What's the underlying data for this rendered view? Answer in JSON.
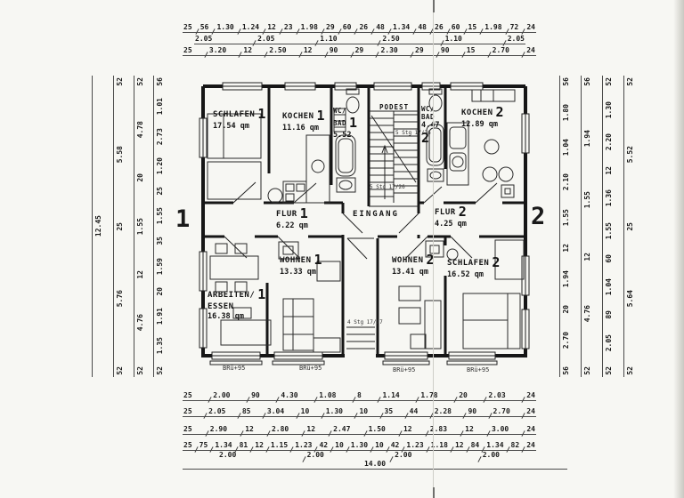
{
  "sheet": {
    "apartment_left": "1",
    "apartment_right": "2"
  },
  "rooms": {
    "schlafen1": {
      "name": "SCHLAFEN",
      "num": "1",
      "area": "17.54 qm"
    },
    "kochen1": {
      "name": "KOCHEN",
      "num": "1",
      "area": "11.16 qm"
    },
    "wcbad1": {
      "line1": "WC/",
      "line2": "BAD",
      "num": "1",
      "area": "5.52"
    },
    "podest": {
      "name": "PODEST"
    },
    "wcbad2": {
      "line1": "WC/",
      "line2": "BAD",
      "area": "4.47",
      "num": "2"
    },
    "kochen2": {
      "name": "KOCHEN",
      "num": "2",
      "area": "12.89 qm"
    },
    "flur1": {
      "name": "FLUR",
      "num": "1",
      "area": "6.22 qm"
    },
    "eingang": {
      "name": "EINGANG"
    },
    "flur2": {
      "name": "FLUR",
      "num": "2",
      "area": "4.25 qm"
    },
    "arbeiten_essen": {
      "line1": "ARBEITEN/",
      "line2": "ESSEN",
      "num": "1",
      "area": "16.38 qm"
    },
    "wohnen1": {
      "name": "WOHNEN",
      "num": "1",
      "area": "13.33 qm"
    },
    "wohnen2": {
      "name": "WOHNEN",
      "num": "2",
      "area": "13.41 qm"
    },
    "schlafen2": {
      "name": "SCHLAFEN",
      "num": "2",
      "area": "16.52 qm"
    }
  },
  "notes": {
    "stairs_note_upper": "5 Stg 17/26",
    "stairs_note_lower": "5 Stg 17/26",
    "porch_steps": "4 Stg 17/17",
    "sill1": "BRü+95",
    "sill2": "BRü+95",
    "sill3": "BRü+95",
    "sill4": "BRü+95"
  },
  "dimensions": {
    "top": {
      "rows": [
        [
          "25",
          "56",
          "1.30",
          "1.24",
          "12",
          "23",
          "1.98",
          "29",
          "60",
          "26",
          "48",
          "1.34",
          "48",
          "26",
          "60",
          "15",
          "1.98",
          "72",
          "24"
        ],
        [
          "2.05",
          "2.05",
          "1.10",
          "2.50",
          "1.10",
          "2.05"
        ],
        [
          "25",
          "3.20",
          "12",
          "2.50",
          "12",
          "90",
          "29",
          "2.30",
          "29",
          "90",
          "15",
          "2.70",
          "24"
        ]
      ]
    },
    "bottom": {
      "rows": [
        [
          "25",
          "2.00",
          "90",
          "4.30",
          "1.08",
          "8",
          "1.14",
          "1.78",
          "20",
          "2.03",
          "24"
        ],
        [
          "25",
          "2.05",
          "85",
          "3.04",
          "10",
          "1.30",
          "10",
          "35",
          "44",
          "2.28",
          "90",
          "2.70",
          "24"
        ],
        [
          "25",
          "2.90",
          "12",
          "2.80",
          "12",
          "2.47",
          "1.50",
          "12",
          "2.83",
          "12",
          "3.00",
          "24"
        ],
        [
          "25",
          "75",
          "1.34",
          "81",
          "12",
          "1.15",
          "1.23",
          "42",
          "10",
          "1.30",
          "10",
          "42",
          "1.23",
          "1.18",
          "12",
          "84",
          "1.34",
          "82",
          "24"
        ],
        [
          "2.00",
          "2.00",
          "2.00",
          "2.00"
        ]
      ],
      "total_row": [
        "14.00"
      ]
    },
    "left": {
      "cols": [
        [
          "12.45"
        ],
        [
          "52",
          "5.58",
          "25",
          "5.76",
          "52"
        ],
        [
          "52",
          "4.78",
          "20",
          "1.55",
          "12",
          "4.76",
          "52"
        ],
        [
          "56",
          "1.01",
          "2.73",
          "1.20",
          "25",
          "1.55",
          "35",
          "1.59",
          "20",
          "1.91",
          "1.35",
          "52"
        ]
      ]
    },
    "right": {
      "cols": [
        [
          "56",
          "1.80",
          "1.04",
          "2.10",
          "1.55",
          "12",
          "1.94",
          "20",
          "2.70",
          "56"
        ],
        [
          "56",
          "1.94",
          "1.55",
          "12",
          "4.76",
          "52"
        ],
        [
          "52",
          "1.30",
          "2.20",
          "12",
          "1.36",
          "1.55",
          "60",
          "1.04",
          "89",
          "2.05",
          "52"
        ],
        [
          "52",
          "5.52",
          "25",
          "5.64",
          "52"
        ]
      ]
    }
  },
  "colors": {
    "ink": "#1a1a1a",
    "paper": "#f7f7f3",
    "dim_line": "#4a4a4a"
  }
}
